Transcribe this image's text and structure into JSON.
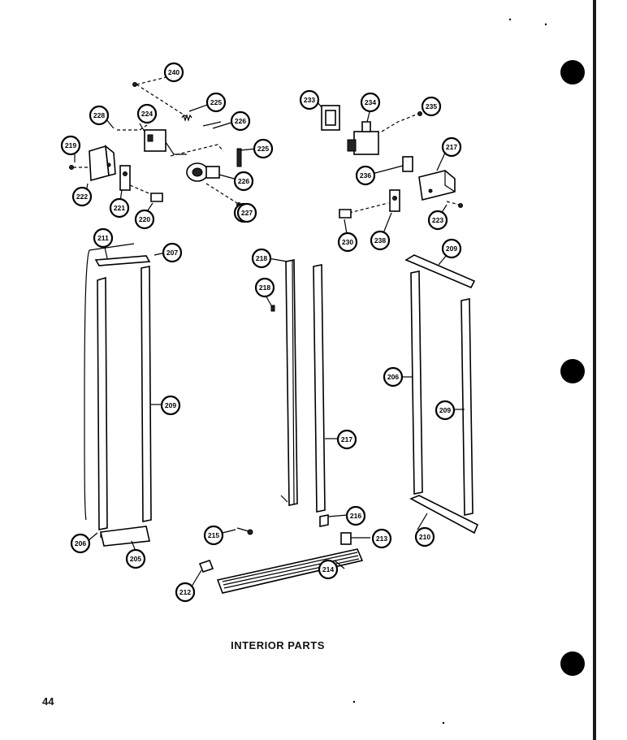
{
  "caption": "INTERIOR PARTS",
  "page_number": "44",
  "callouts": [
    "240",
    "225",
    "224",
    "226",
    "228",
    "222",
    "219",
    "220",
    "221",
    "229",
    "225",
    "226",
    "227",
    "233",
    "234",
    "235",
    "236",
    "217",
    "223",
    "230",
    "238",
    "211",
    "207",
    "218",
    "218",
    "209",
    "206",
    "205",
    "215",
    "212",
    "214",
    "213",
    "216",
    "217",
    "206",
    "209",
    "210"
  ]
}
